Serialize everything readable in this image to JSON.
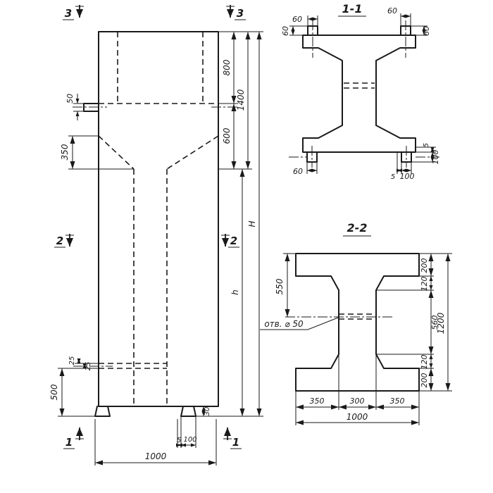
{
  "colors": {
    "ink": "#1a1a1a",
    "paper": "#ffffff"
  },
  "elevation": {
    "marker_3_left": "3",
    "marker_3_right": "3",
    "marker_2_left": "2",
    "marker_2_right": "2",
    "marker_1_left": "1",
    "marker_1_right": "1",
    "dim_collar_height": "50",
    "dim_taper": "350",
    "dim_25_a": "25",
    "dim_25_b": "25",
    "dim_bottom_zone": "500",
    "dim_foot_height": "30",
    "dim_top": "800",
    "dim_below_collar": "600",
    "dim_top_total": "1400",
    "dim_total_height": "H",
    "dim_shaft_height": "h",
    "dim_foot_offset": "5",
    "dim_foot_width": "100",
    "dim_width": "1000"
  },
  "section_1_1": {
    "title": "1-1",
    "dim_tab_width_left": "60",
    "dim_tab_height_left": "60",
    "dim_tab_width_right": "60",
    "dim_tab_height_right": "60",
    "dim_right_offset": "5",
    "dim_right_height": "100",
    "dim_bottom_tab_left": "60",
    "dim_bottom_offset": "5",
    "dim_bottom_width": "100"
  },
  "section_2_2": {
    "title": "2-2",
    "dim_top_to_hole": "550",
    "dim_flange_top": "200",
    "dim_chamfer_top": "120",
    "dim_web": "560",
    "dim_chamfer_bottom": "120",
    "dim_flange_bottom": "200",
    "dim_total_height": "1200",
    "hole_label": "отв. ⌀ 50",
    "dim_flange_left": "350",
    "dim_web_width": "300",
    "dim_flange_right": "350",
    "dim_total_width": "1000"
  }
}
